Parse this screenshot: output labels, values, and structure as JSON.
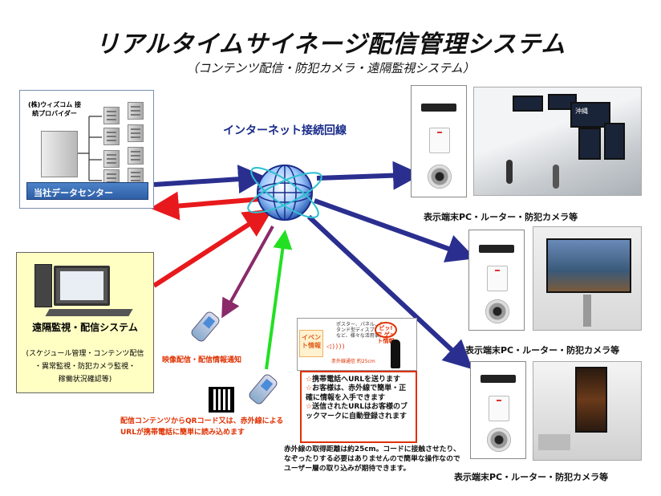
{
  "title": "リアルタイムサイネージ配信管理システム",
  "subtitle": "（コンテンツ配信・防犯カメラ・遠隔監視システム）",
  "datacenter": {
    "company": "(株)ウィズコム 接続プロバイダー",
    "label": "当社データセンター"
  },
  "internet_label": "インターネット接続回線",
  "remote": {
    "title": "遠隔監視・配信システム",
    "lines": [
      "(スケジュール管理・コンテンツ配信",
      "・異常監視・防犯カメラ監視・",
      "稼働状況確認等)"
    ]
  },
  "sites": [
    {
      "caption": "表示端末PC・ルーター・防犯カメラ等",
      "sign_text": "沖縄"
    },
    {
      "caption": "表示端末PC・ルーター・防犯カメラ等"
    },
    {
      "caption": "表示端末PC・ルーター・防犯カメラ等"
    }
  ],
  "mobile": {
    "notice": "映像配信・配信情報通知",
    "qr_text_1": "配信コンテンツからQRコード又は、赤外線による",
    "qr_text_2": "URLが携帯電話に簡単に読み込めます"
  },
  "promo": {
    "small_text": "ポスター、パネル、スタンド型ディスプレイなど、様々な活用事例",
    "event": "イベント情報",
    "bubble": "ピッ!で ゲット情報",
    "range": "赤外線通信 約25cm"
  },
  "info_box": {
    "items": [
      "携帯電話へURLを送ります",
      "お客様は、赤外線で簡単・正確に情報を入手できます",
      "送信されたURLはお客様のブックマークに自動登録されます"
    ]
  },
  "note": "赤外線の取得距離は約25cm。コードに接触させたり、なぞったりする必要はありませんので簡単な操作なのでユーザー層の取り込みが期待できます。",
  "colors": {
    "blue_arrow": "#2a2f8f",
    "red_arrow": "#e8191c",
    "purple_arrow": "#8a2a6a",
    "green_arrow": "#22e022",
    "accent_red": "#e03000"
  }
}
